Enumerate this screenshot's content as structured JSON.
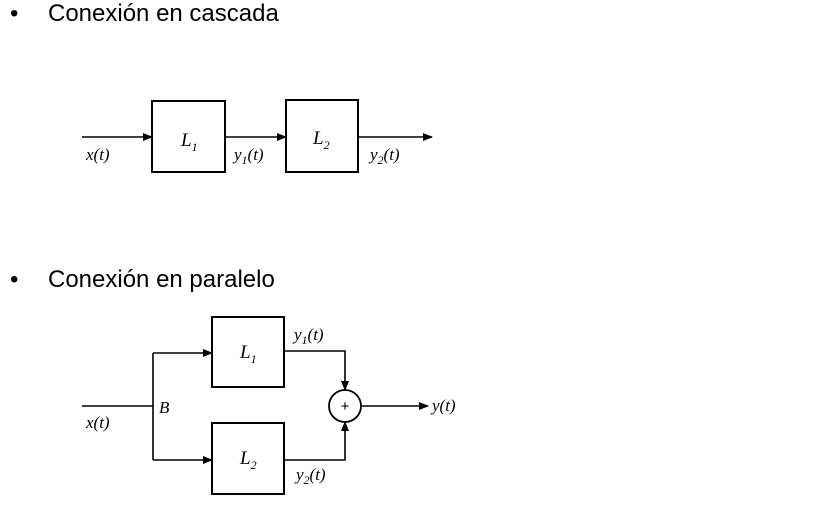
{
  "sections": [
    {
      "bullet": "•",
      "title": "Conexión en cascada"
    },
    {
      "bullet": "•",
      "title": "Conexión en paralelo"
    }
  ],
  "cascade": {
    "input_label": "x(t)",
    "block1": {
      "letter": "L",
      "sub": "1"
    },
    "mid_label": {
      "letter": "y",
      "sub": "1",
      "arg": "(t)"
    },
    "block2": {
      "letter": "L",
      "sub": "2"
    },
    "output_label": {
      "letter": "y",
      "sub": "2",
      "arg": "(t)"
    }
  },
  "parallel": {
    "input_label": "x(t)",
    "branch_label": "B",
    "block1": {
      "letter": "L",
      "sub": "1"
    },
    "block2": {
      "letter": "L",
      "sub": "2"
    },
    "y1_label": {
      "letter": "y",
      "sub": "1",
      "arg": "(t)"
    },
    "y2_label": {
      "letter": "y",
      "sub": "2",
      "arg": "(t)"
    },
    "sum_symbol": "+",
    "output_label": "y(t)"
  }
}
